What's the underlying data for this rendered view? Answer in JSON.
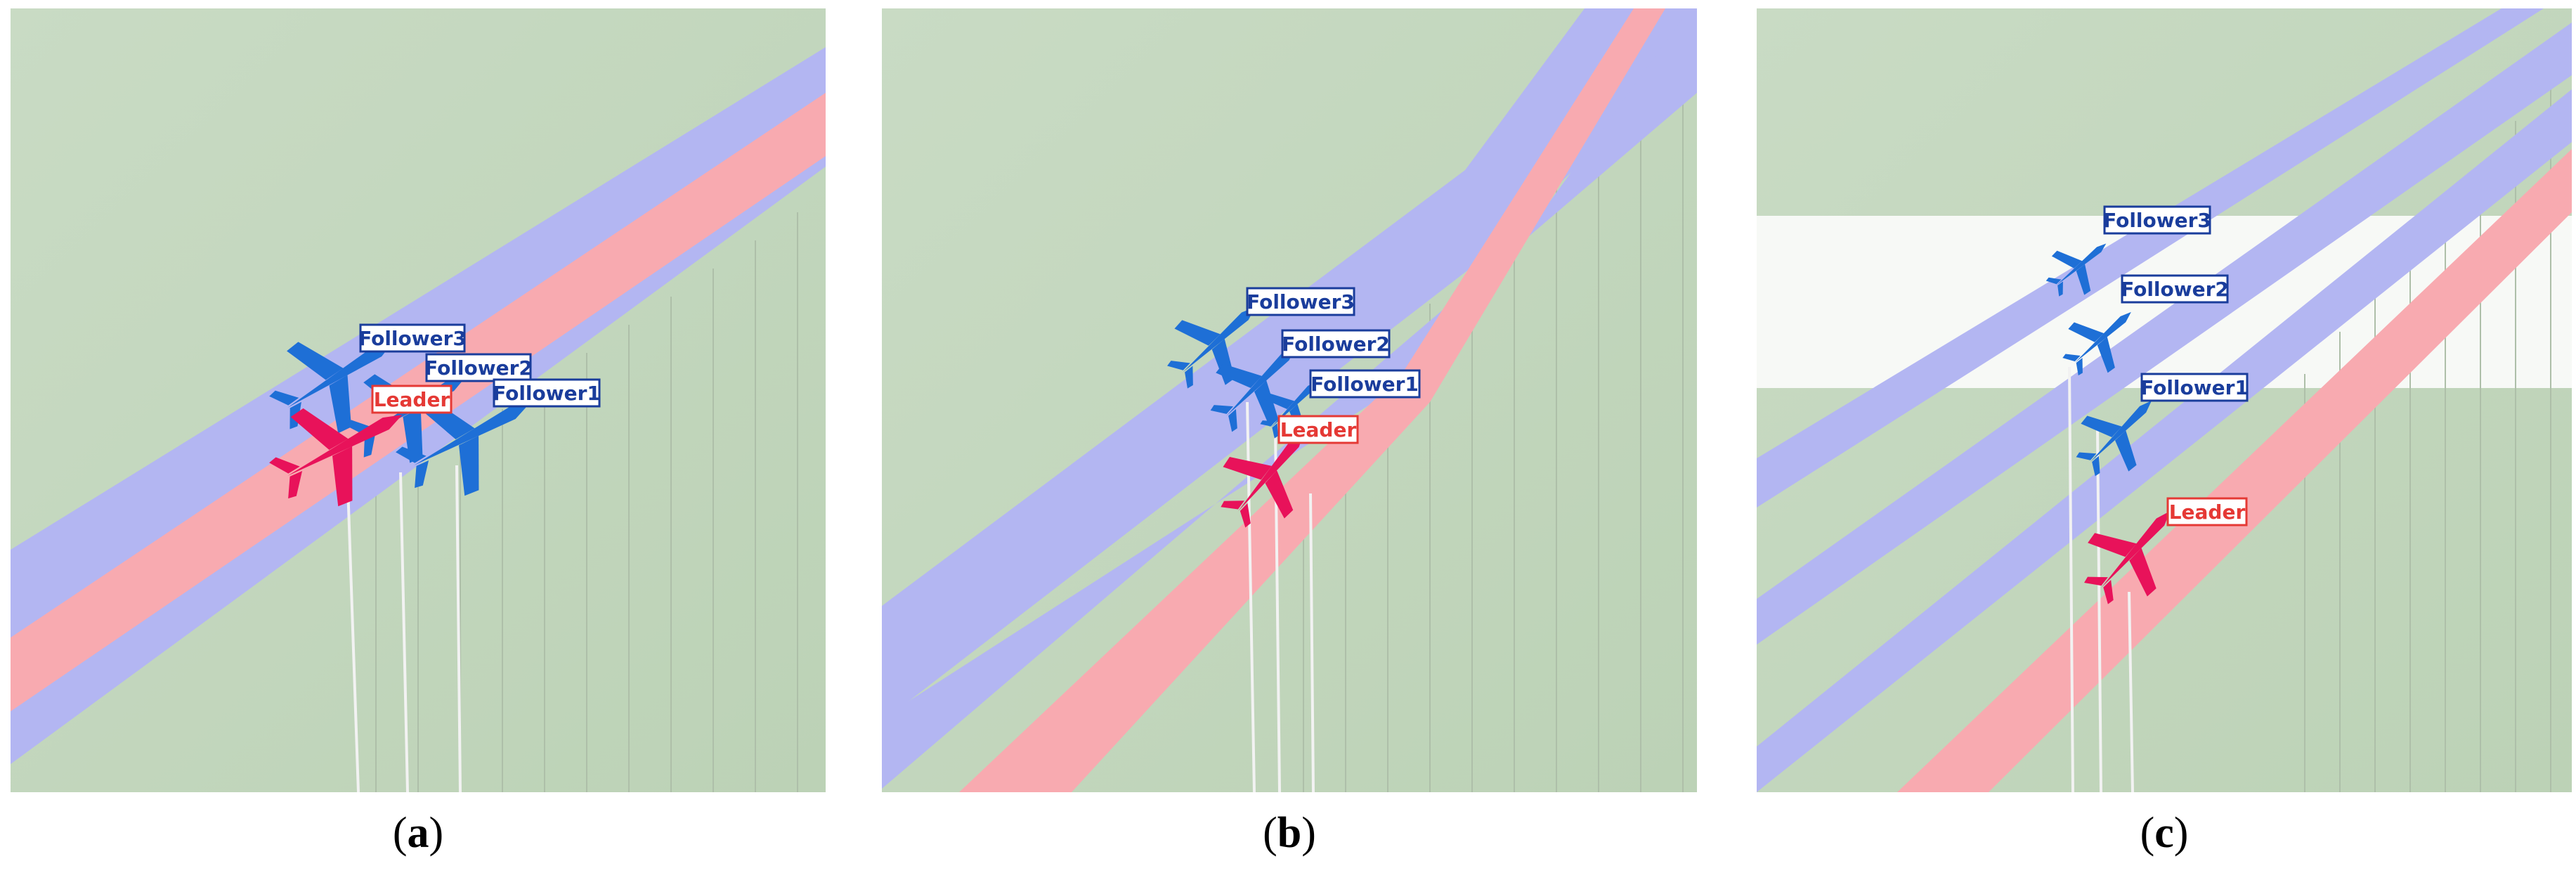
{
  "panels": [
    {
      "id": "a",
      "caption": {
        "open": "(",
        "letter": "a",
        "close": ")"
      },
      "labels": {
        "leader": "Leader",
        "follower1": "Follower1",
        "follower2": "Follower2",
        "follower3": "Follower3"
      }
    },
    {
      "id": "b",
      "caption": {
        "open": "(",
        "letter": "b",
        "close": ")"
      },
      "labels": {
        "leader": "Leader",
        "follower1": "Follower1",
        "follower2": "Follower2",
        "follower3": "Follower3"
      }
    },
    {
      "id": "c",
      "caption": {
        "open": "(",
        "letter": "c",
        "close": ")"
      },
      "labels": {
        "leader": "Leader",
        "follower1": "Follower1",
        "follower2": "Follower2",
        "follower3": "Follower3"
      }
    }
  ],
  "colors": {
    "ground": "#c5d8bf",
    "leader_trail": "#f8aab0",
    "follower_trail": "#b3b6f2",
    "leader_aircraft": "#e8125a",
    "follower_aircraft": "#1e6fd6",
    "leader_label": "#e53935",
    "follower_label": "#1a3d9c"
  },
  "icons": {
    "aircraft": "jet-aircraft-icon"
  }
}
